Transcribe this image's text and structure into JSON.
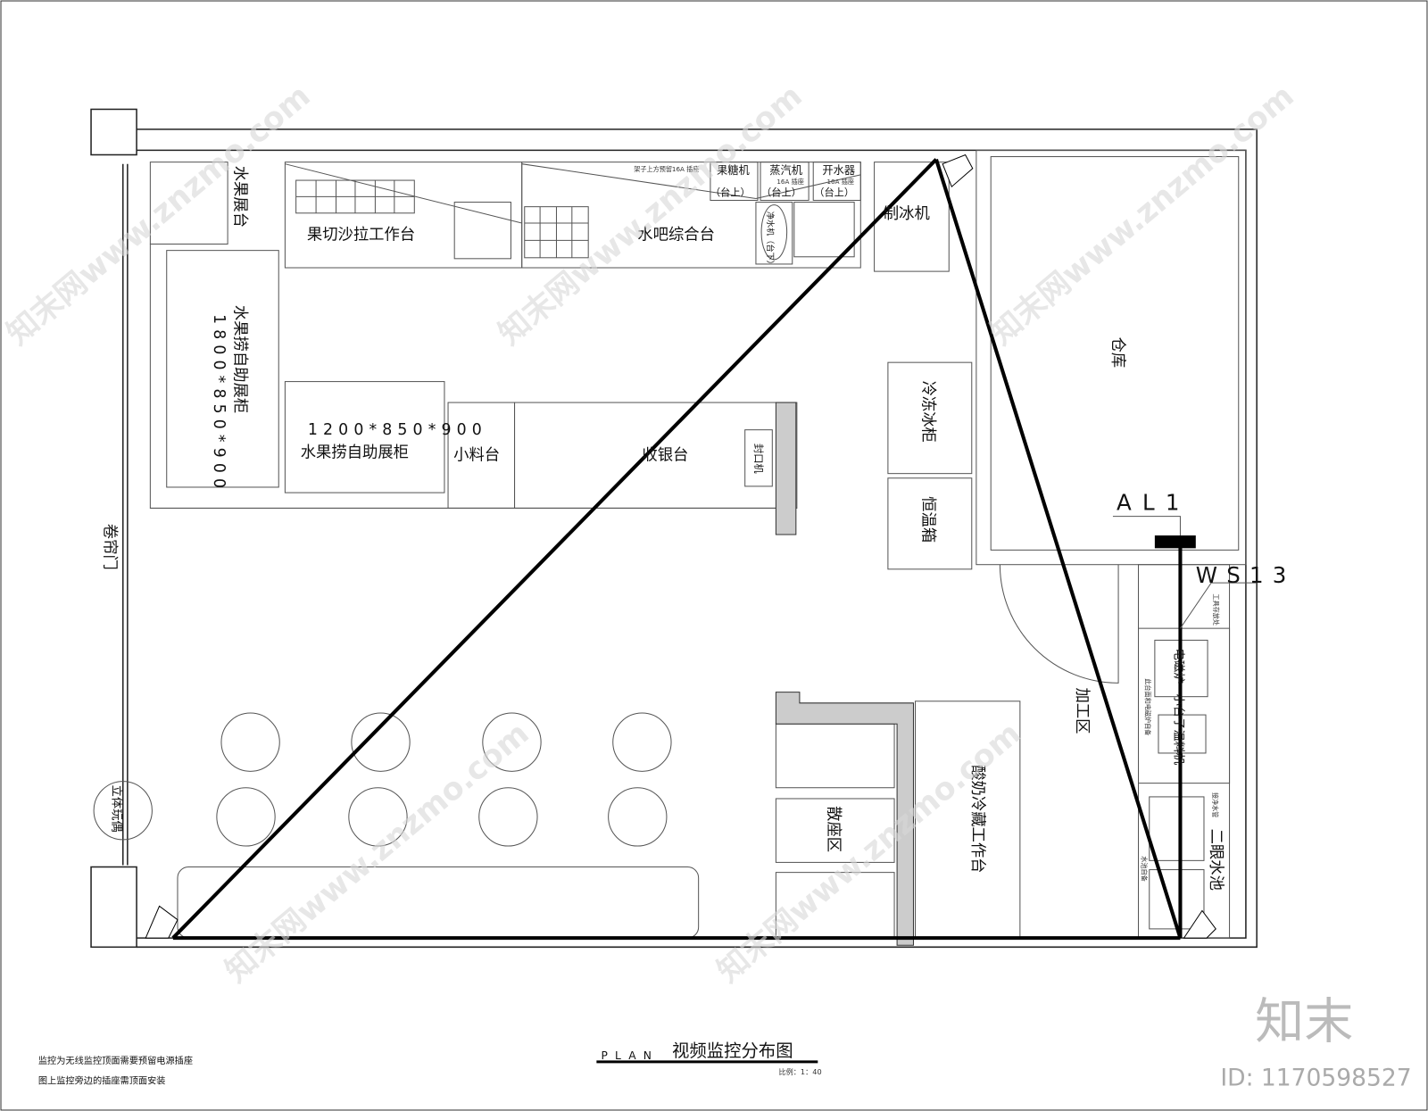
{
  "plan": {
    "title": "视频监控分布图",
    "plan_label": "PLAN",
    "scale": "比例：1：40",
    "notes": [
      "监控为无线监控顶面需要预留电源插座",
      "图上监控旁边的插座需顶面安装"
    ],
    "rooms": {
      "fruit_display": "水果展台",
      "salad_bench": "果切沙拉工作台",
      "water_bar": "水吧综合台",
      "fructose": "果糖机",
      "steam": "蒸汽机",
      "boiler": "开水器",
      "on_counter": "（台上）",
      "socket_16a": "16A 插座",
      "shelf_socket": "架子上方预留16A 插座",
      "water_purifier": "净水机（台下）",
      "ice_machine": "制冰机",
      "warehouse": "仓库",
      "self_cabinet_left": "水果捞自助展柜",
      "self_cabinet_left_dim": "1800*850*900",
      "self_cabinet_mid_dim": "1200*850*900",
      "self_cabinet_mid": "水果捞自助展柜",
      "condiment": "小料台",
      "cashier": "收银台",
      "sealer": "封口机",
      "freezer": "冷冻冰柜",
      "incubator": "恒温箱",
      "shutter_door": "卷帘门",
      "processing": "加工区",
      "tool_storage": "工具存放处",
      "induction": "电磁炉",
      "warmer": "小台子温料机",
      "counter_note": "此台面和电磁炉自备",
      "sink": "二眼水池",
      "sink_note": "水池自备",
      "purified_pipe": "接净水管",
      "seating": "散座区",
      "yogurt": "酸奶冷藏工作台",
      "toy": "立体玩偶"
    },
    "tags": {
      "panel": "AL1",
      "circuit": "WS13"
    }
  },
  "watermark": {
    "brand": "知末",
    "id": "ID: 1170598527",
    "site": "知末网www.znzmo.com"
  }
}
